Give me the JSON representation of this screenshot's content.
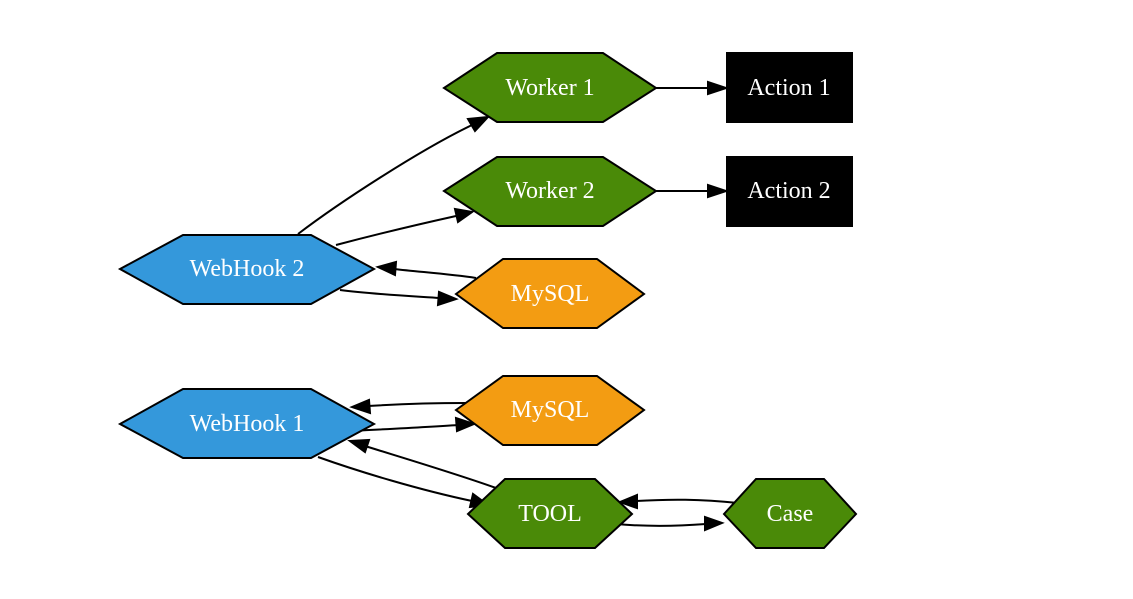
{
  "colors": {
    "webhook": "#3498db",
    "worker": "#4a8a08",
    "mysql": "#f39c12",
    "action": "#000000",
    "edge": "#000000",
    "label": "#ffffff"
  },
  "nodes": {
    "worker1": {
      "label": "Worker 1",
      "kind": "worker",
      "shape": "hexagon"
    },
    "worker2": {
      "label": "Worker 2",
      "kind": "worker",
      "shape": "hexagon"
    },
    "action1": {
      "label": "Action 1",
      "kind": "action",
      "shape": "box"
    },
    "action2": {
      "label": "Action 2",
      "kind": "action",
      "shape": "box"
    },
    "webhook2": {
      "label": "WebHook 2",
      "kind": "webhook",
      "shape": "hexagon"
    },
    "mysql_top": {
      "label": "MySQL",
      "kind": "mysql",
      "shape": "hexagon"
    },
    "webhook1": {
      "label": "WebHook 1",
      "kind": "webhook",
      "shape": "hexagon"
    },
    "mysql_bottom": {
      "label": "MySQL",
      "kind": "mysql",
      "shape": "hexagon"
    },
    "tool": {
      "label": "TOOL",
      "kind": "worker",
      "shape": "hexagon"
    },
    "case": {
      "label": "Case",
      "kind": "worker",
      "shape": "hexagon"
    }
  },
  "edges": [
    {
      "from": "webhook2",
      "to": "worker1"
    },
    {
      "from": "webhook2",
      "to": "worker2"
    },
    {
      "from": "worker1",
      "to": "action1"
    },
    {
      "from": "worker2",
      "to": "action2"
    },
    {
      "from": "webhook2",
      "to": "mysql_top"
    },
    {
      "from": "mysql_top",
      "to": "webhook2"
    },
    {
      "from": "webhook1",
      "to": "mysql_bottom"
    },
    {
      "from": "mysql_bottom",
      "to": "webhook1"
    },
    {
      "from": "webhook1",
      "to": "tool"
    },
    {
      "from": "tool",
      "to": "webhook1"
    },
    {
      "from": "tool",
      "to": "case"
    },
    {
      "from": "case",
      "to": "tool"
    }
  ]
}
